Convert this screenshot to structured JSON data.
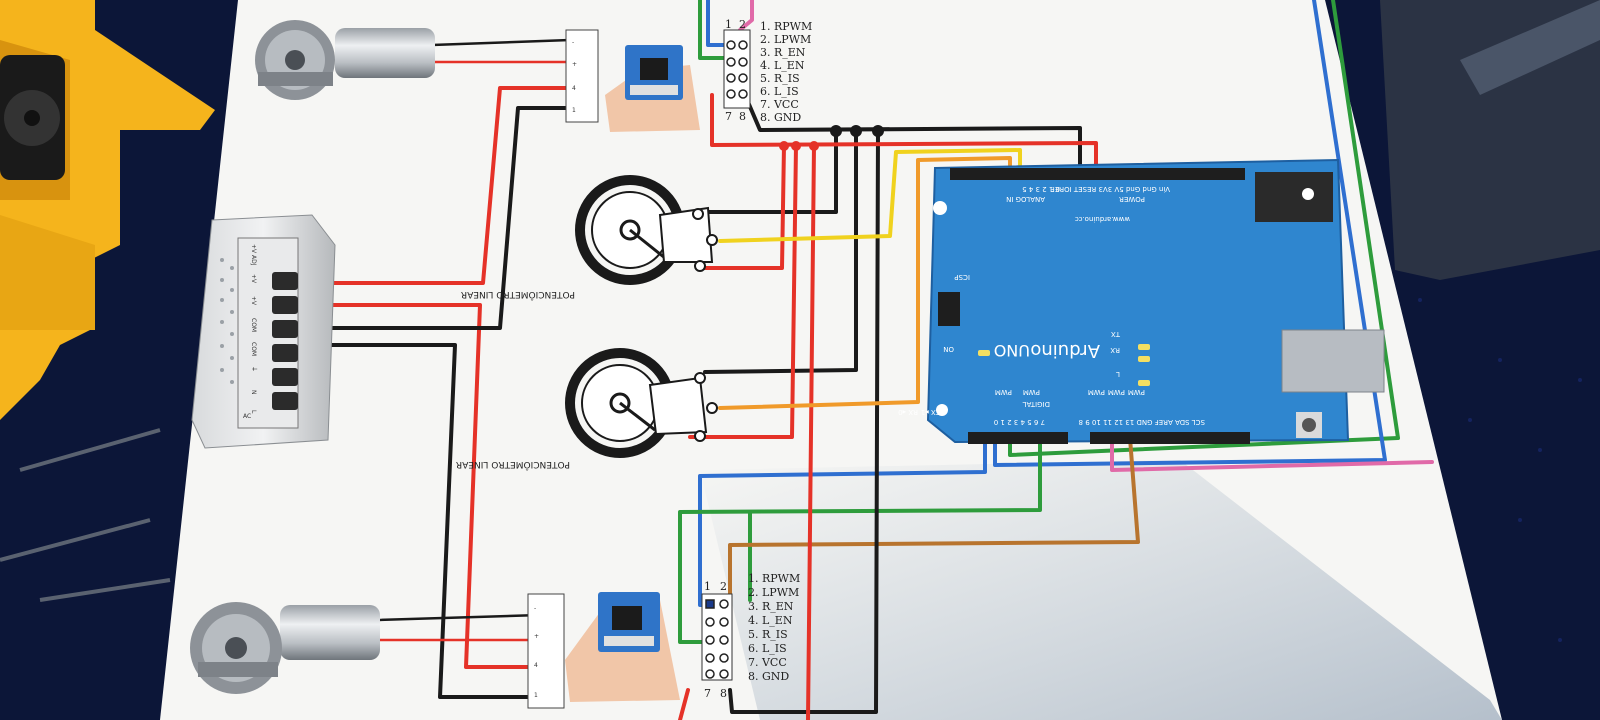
{
  "driver_pins": [
    "1. RPWM",
    "2. LPWM",
    "3. R_EN",
    "4. L_EN",
    "5. R_IS",
    "6. L_IS",
    "7. VCC",
    "8. GND"
  ],
  "driver_header": {
    "col1": "1",
    "col2": "2",
    "bottom1": "7",
    "bottom2": "8"
  },
  "motor_terminals": {
    "t1": "-",
    "t2": "+",
    "t3": "4",
    "t4": "1"
  },
  "psu_terminals": [
    "+V ADJ",
    "+V",
    "+V",
    "COM",
    "COM",
    "⏚",
    "N",
    "L"
  ],
  "psu_input_label": "AC",
  "potentiometer_label": "POTENCIÔMETRO LINEAR",
  "arduino": {
    "brand": "Arduino",
    "model": "UNO",
    "url": "www.arduino.cc",
    "analog_label": "ANALOG IN",
    "analog_pins": "0 1 2 3 4 5",
    "power_label": "POWER",
    "power_pins": "Vin Gnd Gnd 5V 3V3 RESET IOREF",
    "digital_label": "DIGITAL",
    "digital_pins_low": "7 6 5 4 3 2 1 0",
    "digital_pins_high": "SCL SDA AREF GND 13 12 11 10 9 8",
    "pwm_label": "PWM",
    "tx": "TX",
    "rx": "RX",
    "txrx_left": "TX ▸1",
    "rx_left": "RX ◂0",
    "icsp": "ICSP",
    "on": "ON",
    "l": "L"
  },
  "colors": {
    "red": "#e53228",
    "black": "#1a1a1a",
    "yellow": "#f0d21e",
    "orange": "#f09a2a",
    "green": "#2e9c3c",
    "blue": "#2f6fd0",
    "pink": "#e06aa8",
    "brown": "#b8742e",
    "board": "#2f86cf",
    "background": "#0c1638",
    "paper": "#f6f6f4",
    "cabinet": "#f5b41c"
  }
}
